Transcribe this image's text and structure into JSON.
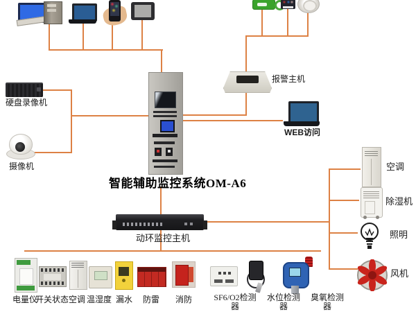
{
  "title": "智能辅助监控系统OM-A6",
  "labels": {
    "dvr": "硬盘录像机",
    "camera": "摄像机",
    "alarm_host": "报警主机",
    "web_access": "WEB访问",
    "env_host": "动环监控主机",
    "ac": "空调",
    "dehumidifier": "除湿机",
    "lighting": "照明",
    "fan": "风机"
  },
  "bottom_devices": [
    "电量仪",
    "开关状态",
    "空调",
    "温湿度",
    "漏水",
    "防雷",
    "消防",
    "SF6/O2检测器",
    "水位检测器",
    "臭氧检测器"
  ],
  "colors": {
    "connector": "#dd8144"
  }
}
